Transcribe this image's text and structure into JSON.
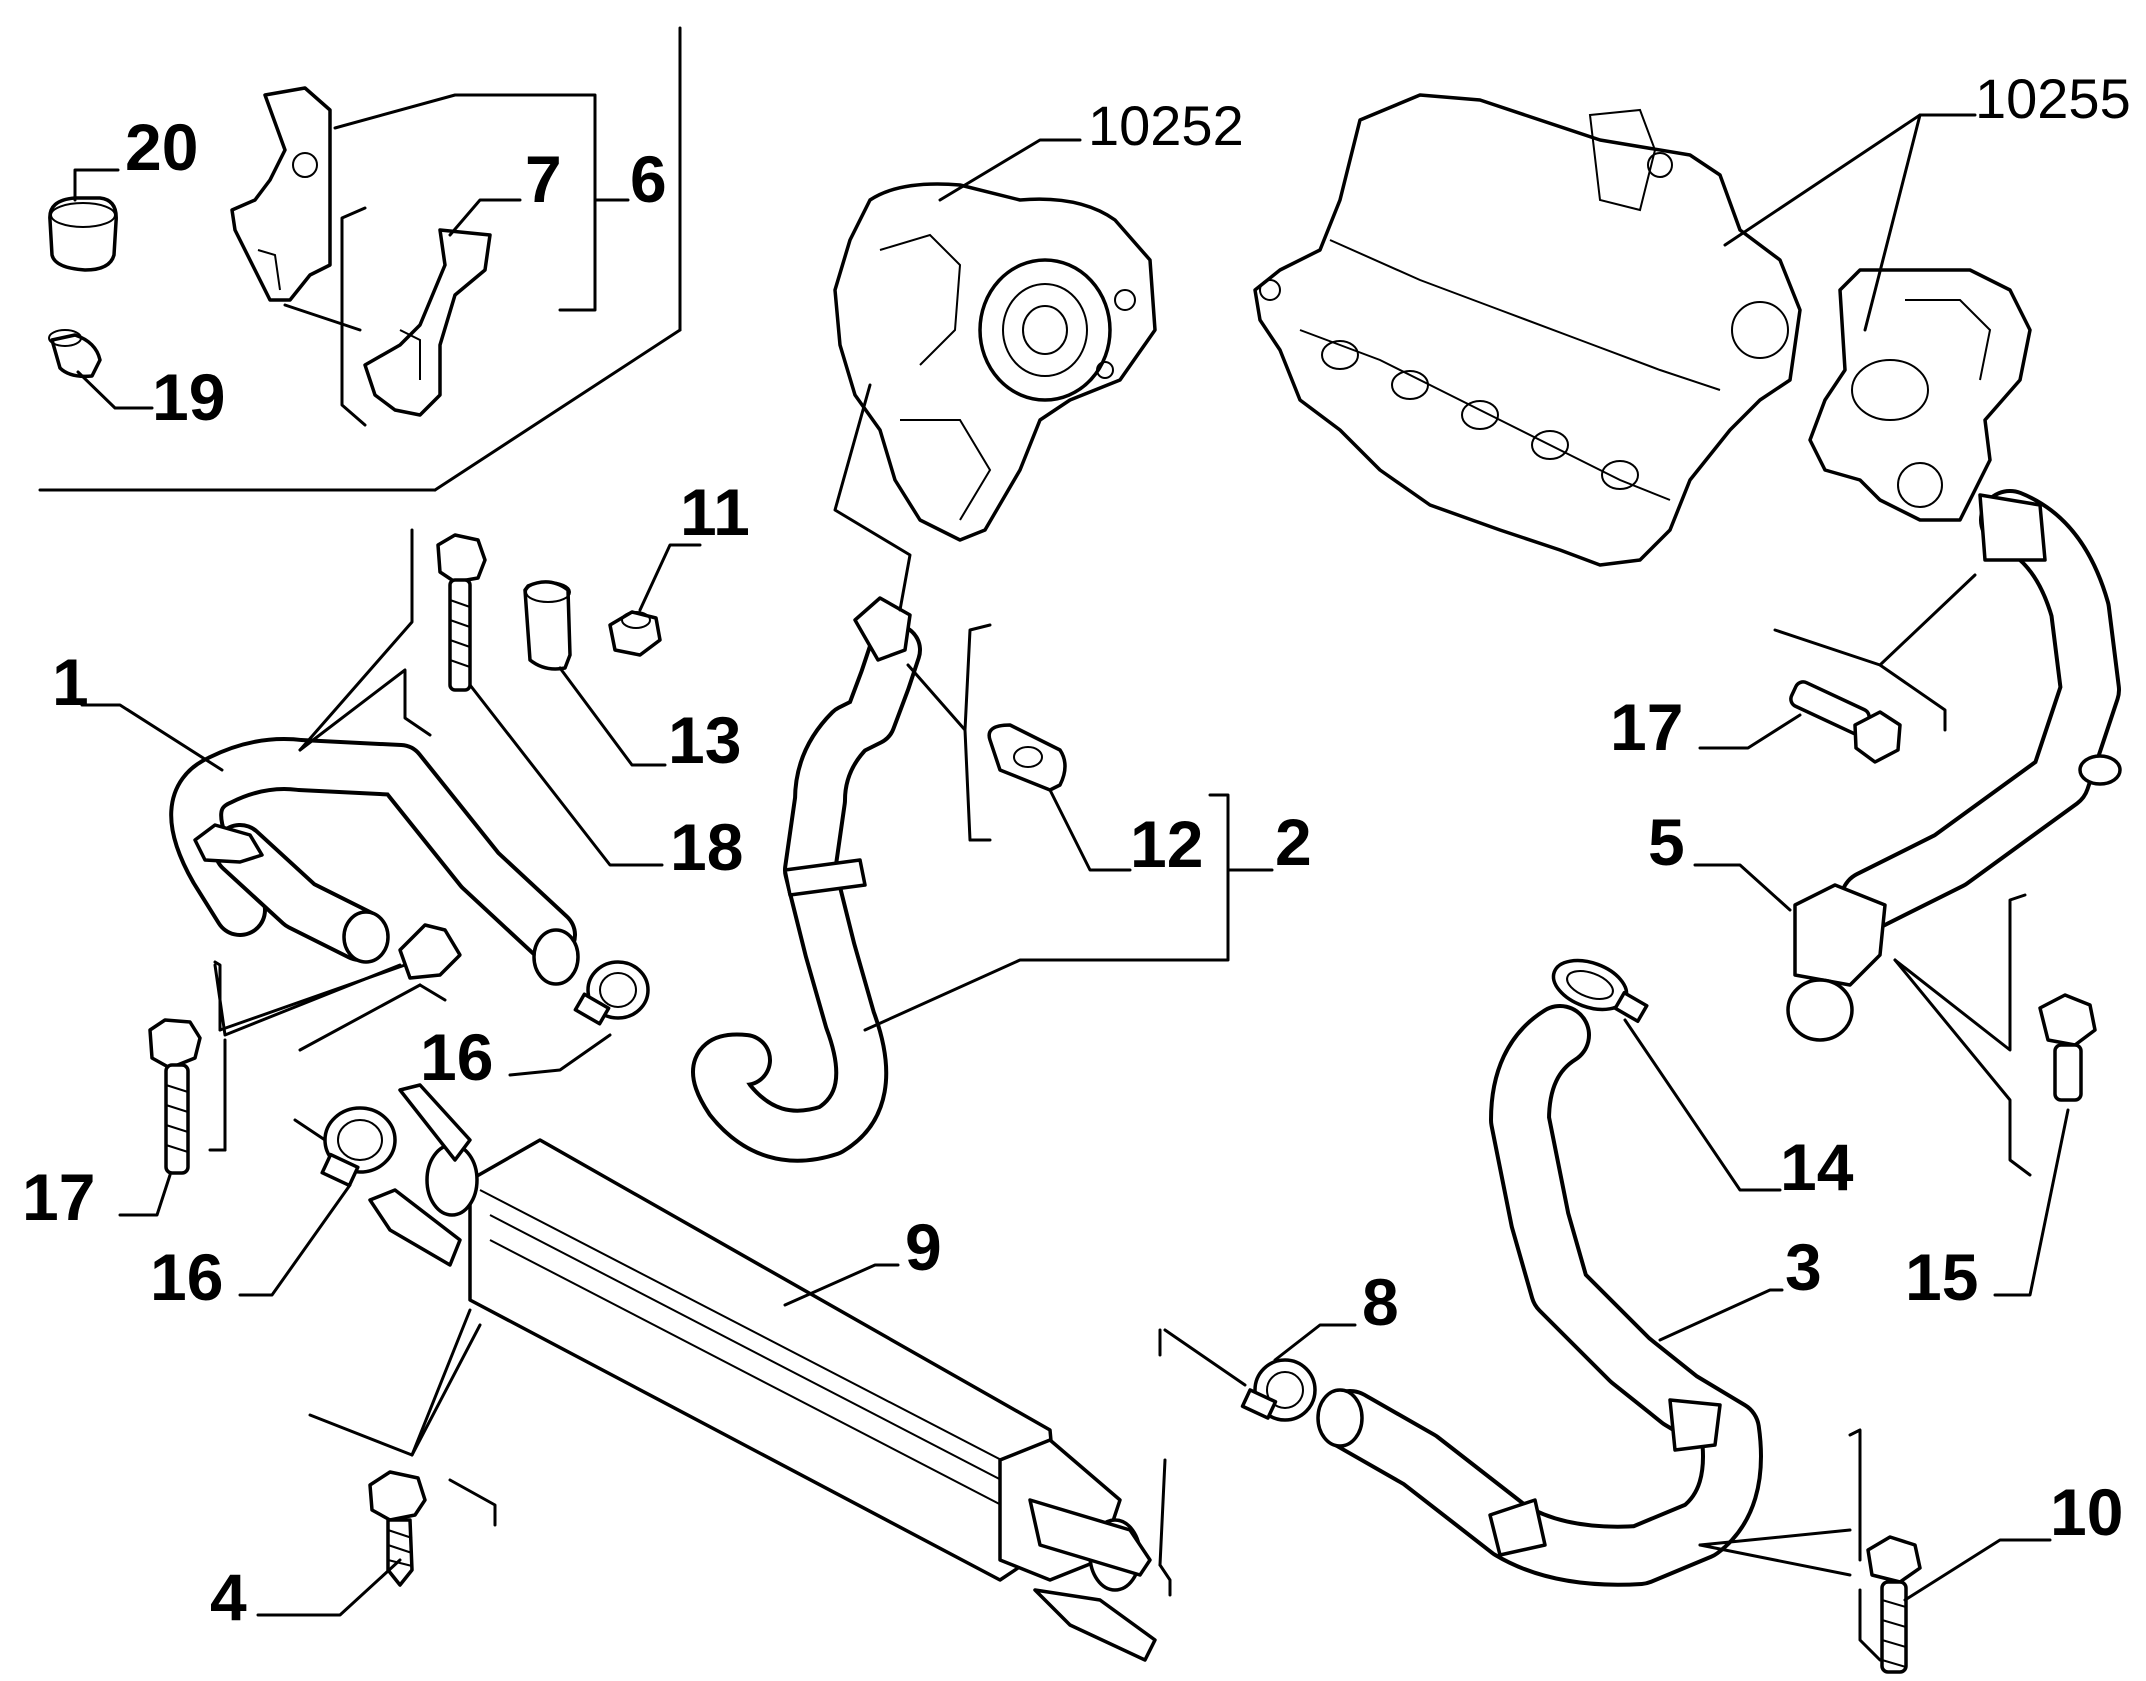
{
  "callouts": {
    "c1": "1",
    "c2": "2",
    "c3": "3",
    "c4": "4",
    "c5": "5",
    "c6": "6",
    "c7": "7",
    "c8": "8",
    "c9": "9",
    "c10": "10",
    "c11": "11",
    "c12": "12",
    "c13": "13",
    "c14": "14",
    "c15": "15",
    "c16a": "16",
    "c16b": "16",
    "c17a": "17",
    "c17b": "17",
    "c18": "18",
    "c19": "19",
    "c20": "20",
    "r10252": "10252",
    "r10255": "10255"
  }
}
